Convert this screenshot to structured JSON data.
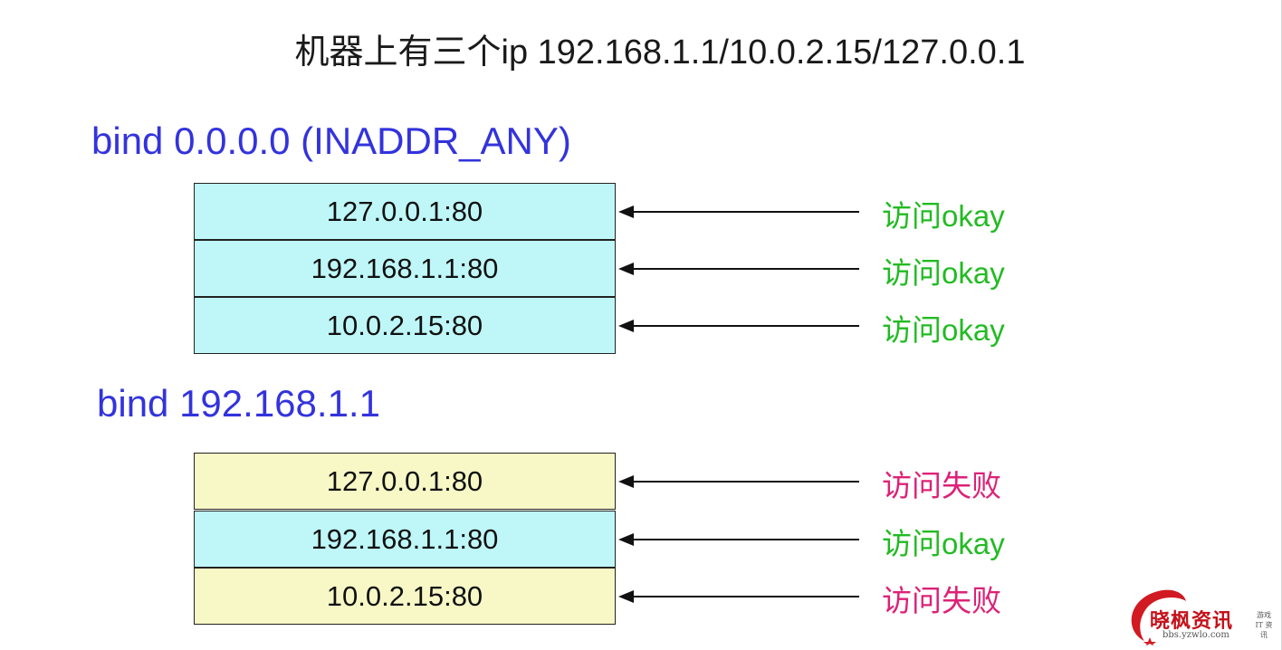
{
  "title": "机器上有三个ip 192.168.1.1/10.0.2.15/127.0.0.1",
  "colors": {
    "heading": "#3333dd",
    "ok_text": "#22bb22",
    "fail_text": "#dd2277",
    "ok_fill": "#bff7f8",
    "fail_fill": "#f7f8c6"
  },
  "sections": [
    {
      "heading": "bind 0.0.0.0 (INADDR_ANY)",
      "rows": [
        {
          "address": "127.0.0.1:80",
          "status": "访问okay",
          "result": "ok"
        },
        {
          "address": "192.168.1.1:80",
          "status": "访问okay",
          "result": "ok"
        },
        {
          "address": "10.0.2.15:80",
          "status": "访问okay",
          "result": "ok"
        }
      ]
    },
    {
      "heading": "bind 192.168.1.1",
      "rows": [
        {
          "address": "127.0.0.1:80",
          "status": "访问失败",
          "result": "fail"
        },
        {
          "address": "192.168.1.1:80",
          "status": "访问okay",
          "result": "ok"
        },
        {
          "address": "10.0.2.15:80",
          "status": "访问失败",
          "result": "fail"
        }
      ]
    }
  ],
  "watermark": {
    "name": "晓枫资讯",
    "url": "bbs.yzwlo.com",
    "side": "游戏 IT 资讯"
  }
}
